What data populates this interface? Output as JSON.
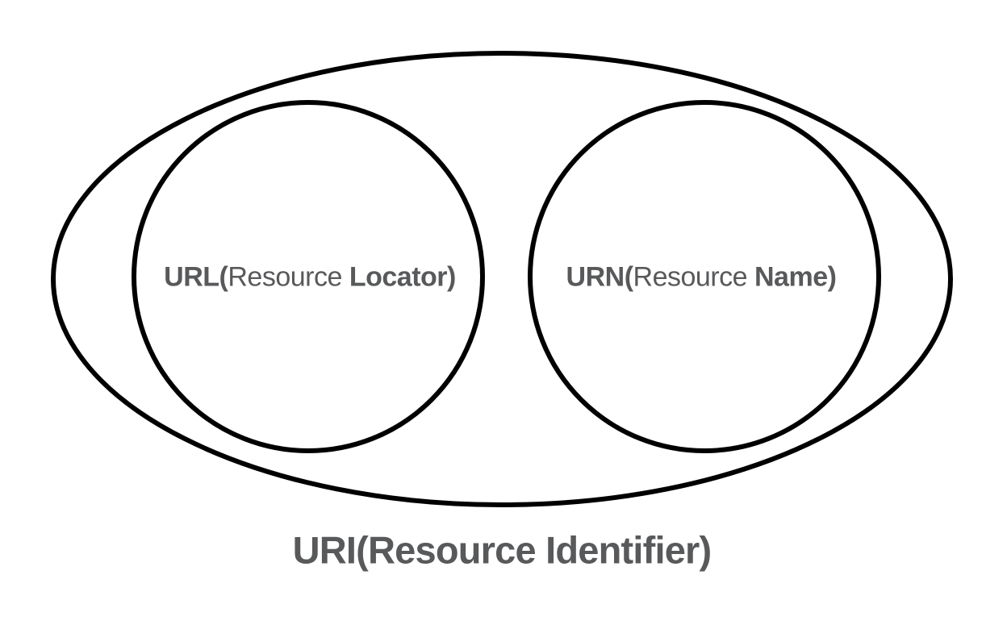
{
  "diagram": {
    "type": "venn-euler",
    "background_color": "#ffffff",
    "stroke_color": "#000000",
    "text_color": "#58595b",
    "outer_set": {
      "label": "URI(Resource Identifier)"
    },
    "left_set": {
      "prefix": "URL(",
      "middle": "Resource ",
      "suffix": "Locator)",
      "full_label": "URL(Resource Locator)"
    },
    "right_set": {
      "prefix": "URN(",
      "middle": "Resource ",
      "suffix": "Name)",
      "full_label": "URN(Resource Name)"
    }
  }
}
